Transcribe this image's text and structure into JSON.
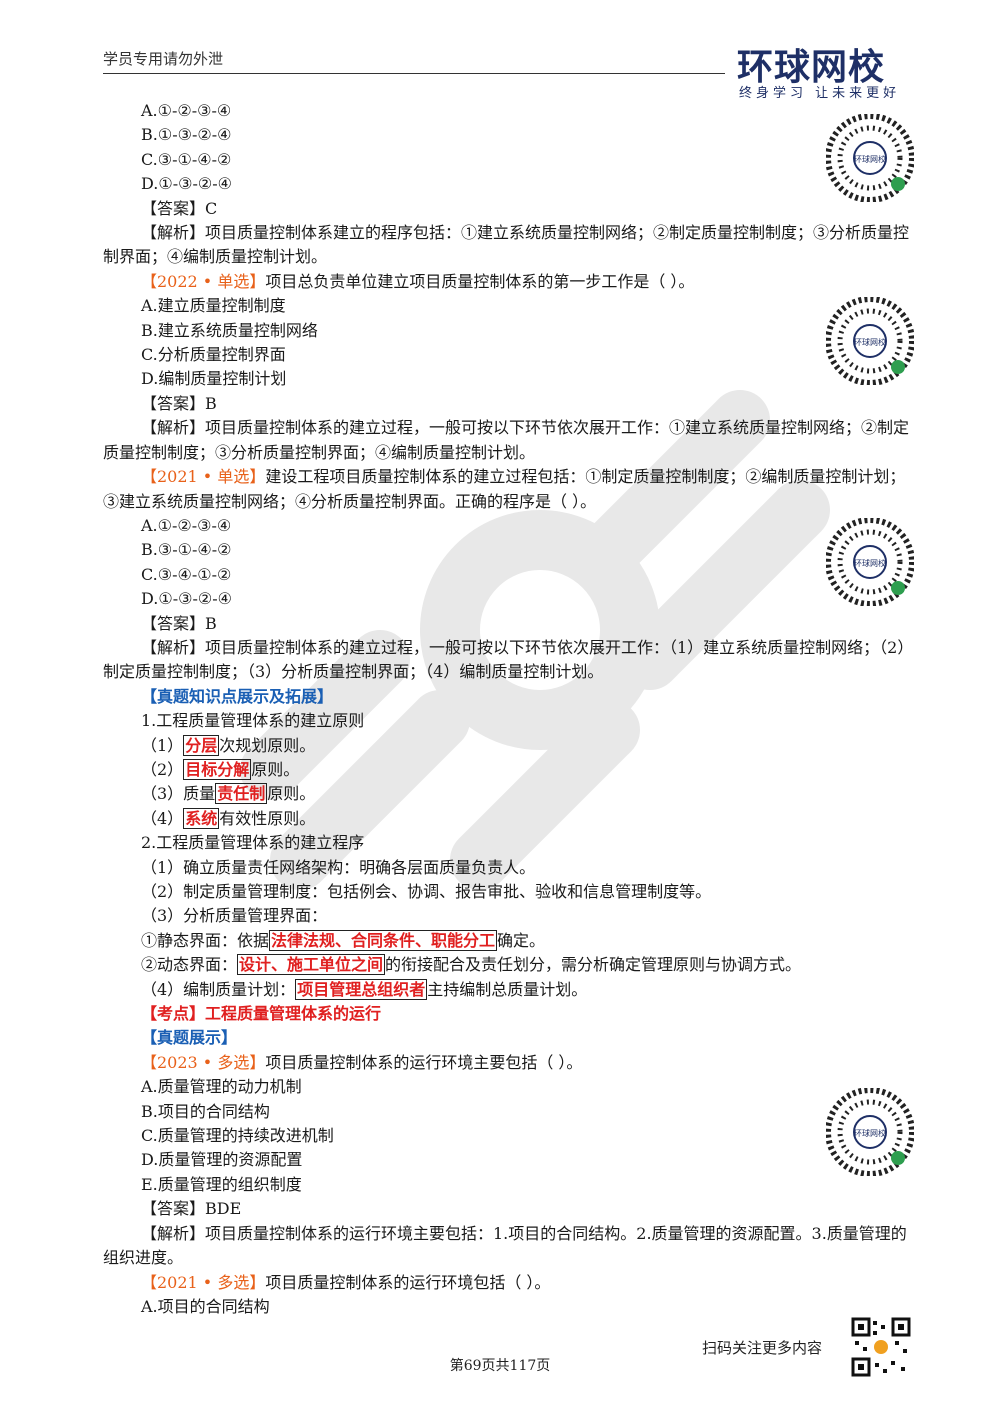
{
  "header": {
    "left_text": "学员专用请勿外泄",
    "logo_text": "环球网校",
    "logo_sub": "终身学习 让未来更好"
  },
  "lines": [
    {
      "type": "opt",
      "text": "A.①-②-③-④"
    },
    {
      "type": "opt",
      "text": "B.①-③-②-④"
    },
    {
      "type": "opt",
      "text": "C.③-①-④-②"
    },
    {
      "type": "opt",
      "text": "D.①-③-②-④"
    },
    {
      "type": "opt",
      "text": "【答案】C"
    },
    {
      "type": "para",
      "text": "【解析】项目质量控制体系建立的程序包括：①建立系统质量控制网络；②制定质量控制制度；③分析质量控制界面；④编制质量控制计划。"
    },
    {
      "type": "q",
      "tag": "【2022 • 单选】",
      "text": "项目总负责单位建立项目质量控制体系的第一步工作是（    ）。"
    },
    {
      "type": "opt",
      "text": "A.建立质量控制制度"
    },
    {
      "type": "opt",
      "text": "B.建立系统质量控制网络"
    },
    {
      "type": "opt",
      "text": "C.分析质量控制界面"
    },
    {
      "type": "opt",
      "text": "D.编制质量控制计划"
    },
    {
      "type": "opt",
      "text": "【答案】B"
    },
    {
      "type": "para",
      "text": "【解析】项目质量控制体系的建立过程，一般可按以下环节依次展开工作：①建立系统质量控制网络；②制定质量控制制度；③分析质量控制界面；④编制质量控制计划。"
    },
    {
      "type": "q",
      "tag": "【2021 • 单选】",
      "text": "建设工程项目质量控制体系的建立过程包括：①制定质量控制制度；②编制质量控制计划；③建立系统质量控制网络；④分析质量控制界面。正确的程序是（    ）。"
    },
    {
      "type": "opt",
      "text": "A.①-②-③-④"
    },
    {
      "type": "opt",
      "text": "B.③-①-④-②"
    },
    {
      "type": "opt",
      "text": "C.③-④-①-②"
    },
    {
      "type": "opt",
      "text": "D.①-③-②-④"
    },
    {
      "type": "opt",
      "text": "【答案】B"
    },
    {
      "type": "para",
      "text": "【解析】项目质量控制体系的建立过程，一般可按以下环节依次展开工作：（1）建立系统质量控制网络；（2）制定质量控制制度；（3）分析质量控制界面；（4）编制质量控制计划。"
    }
  ],
  "section_expand": "【真题知识点展示及拓展】",
  "principles": {
    "title": "1.工程质量管理体系的建立原则",
    "items": [
      {
        "pre": "（1）",
        "box": "分层",
        "post": "次规划原则。"
      },
      {
        "pre": "（2）",
        "box": "目标分解",
        "post": "原则。"
      },
      {
        "pre": "（3）质量",
        "box": "责任制",
        "post": "原则。"
      },
      {
        "pre": "（4）",
        "box": "系统",
        "post": "有效性原则。"
      }
    ]
  },
  "procedure": {
    "title": "2.工程质量管理体系的建立程序",
    "l1": "（1）确立质量责任网络架构：明确各层面质量负责人。",
    "l2": "（2）制定质量管理制度：包括例会、协调、报告审批、验收和信息管理制度等。",
    "l3": "（3）分析质量管理界面：",
    "static_pre": "①静态界面：依据",
    "static_box": "法律法规、合同条件、职能分工",
    "static_post": "确定。",
    "dynamic_pre": "②动态界面：",
    "dynamic_box": "设计、施工单位之间",
    "dynamic_post": "的衔接配合及责任划分，需分析确定管理原则与协调方式。",
    "plan_pre": "（4）编制质量计划：",
    "plan_box": "项目管理总组织者",
    "plan_post": "主持编制总质量计划。"
  },
  "kaodian": "【考点】工程质量管理体系的运行",
  "zhenti": "【真题展示】",
  "q2023": {
    "tag": "【2023 • 多选】",
    "text": "项目质量控制体系的运行环境主要包括（    ）。",
    "options": [
      "A.质量管理的动力机制",
      "B.项目的合同结构",
      "C.质量管理的持续改进机制",
      "D.质量管理的资源配置",
      "E.质量管理的组织制度"
    ],
    "answer": "【答案】BDE",
    "analysis": "【解析】项目质量控制体系的运行环境主要包括：1.项目的合同结构。2.质量管理的资源配置。3.质量管理的组织进度。"
  },
  "q2021b": {
    "tag": "【2021 • 多选】",
    "text": "项目质量控制体系的运行环境包括（    ）。",
    "options": [
      "A.项目的合同结构"
    ]
  },
  "qr_label": "环球网校",
  "footer": {
    "scan_text": "扫码关注更多内容",
    "page": "第69页共117页"
  }
}
